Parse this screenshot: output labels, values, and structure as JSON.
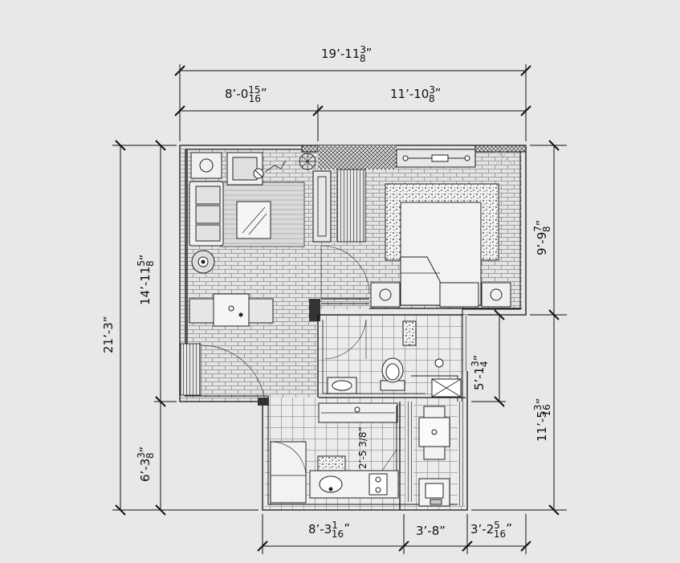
{
  "dimensions": {
    "top_overall": {
      "whole": "19’-11",
      "num": "3",
      "den": "8",
      "suffix": "”"
    },
    "top_left": {
      "whole": "8’-0",
      "num": "15",
      "den": "16",
      "suffix": "”"
    },
    "top_right": {
      "whole": "11’-10",
      "num": "3",
      "den": "8",
      "suffix": "”"
    },
    "left_overall": {
      "text": "21’-3”"
    },
    "left_upper": {
      "whole": "14’-11",
      "num": "5",
      "den": "8",
      "suffix": "”"
    },
    "left_lower": {
      "whole": "6’-3",
      "num": "3",
      "den": "8",
      "suffix": "”"
    },
    "right_upper": {
      "whole": "9’-9",
      "num": "7",
      "den": "8",
      "suffix": "”"
    },
    "right_mid": {
      "whole": "5’-1",
      "num": "3",
      "den": "4",
      "suffix": "”"
    },
    "right_lower": {
      "whole": "11’-5",
      "num": "3",
      "den": "16",
      "suffix": "”"
    },
    "bottom_left": {
      "whole": "8’-3",
      "num": "1",
      "den": "16",
      "suffix": "”"
    },
    "bottom_mid": {
      "text": "3’-8”"
    },
    "bottom_right": {
      "whole": "3’-2",
      "num": "5",
      "den": "16",
      "suffix": "”"
    },
    "interior_note": {
      "text": "2’-5 3/8”"
    }
  },
  "colors": {
    "background": "#e8e8e8",
    "floor": "#e4e4e4",
    "brick_line": "#8a8a8a",
    "tile_line": "#9a9a9a",
    "wall": "#4a4a4a",
    "line": "#111111"
  }
}
